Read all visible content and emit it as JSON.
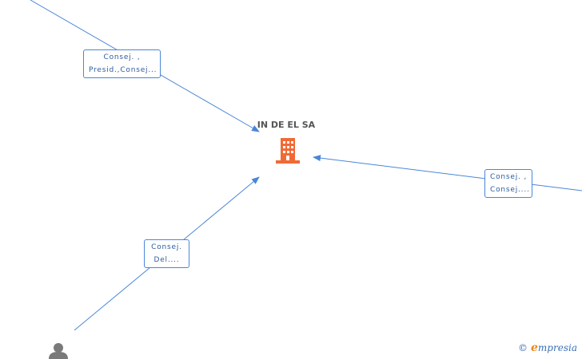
{
  "center_node": {
    "label": "IN DE EL SA",
    "icon": "building-icon",
    "color": "#f06a35"
  },
  "edges": [
    {
      "label_line1": "Consej. ,",
      "label_line2": "Presid.,Consej...",
      "direction": "incoming"
    },
    {
      "label_line1": "Consej. ,",
      "label_line2": "Consej....",
      "direction": "incoming"
    },
    {
      "label_line1": "Consej.",
      "label_line2": "Del....",
      "direction": "incoming"
    }
  ],
  "person_node": {
    "icon": "person-icon",
    "color": "#7a7a7a"
  },
  "watermark": {
    "copyright": "©",
    "brand_initial": "e",
    "brand_rest": "mpresia"
  },
  "colors": {
    "edge": "#4a86d8",
    "label_text": "#2c5d9c"
  }
}
